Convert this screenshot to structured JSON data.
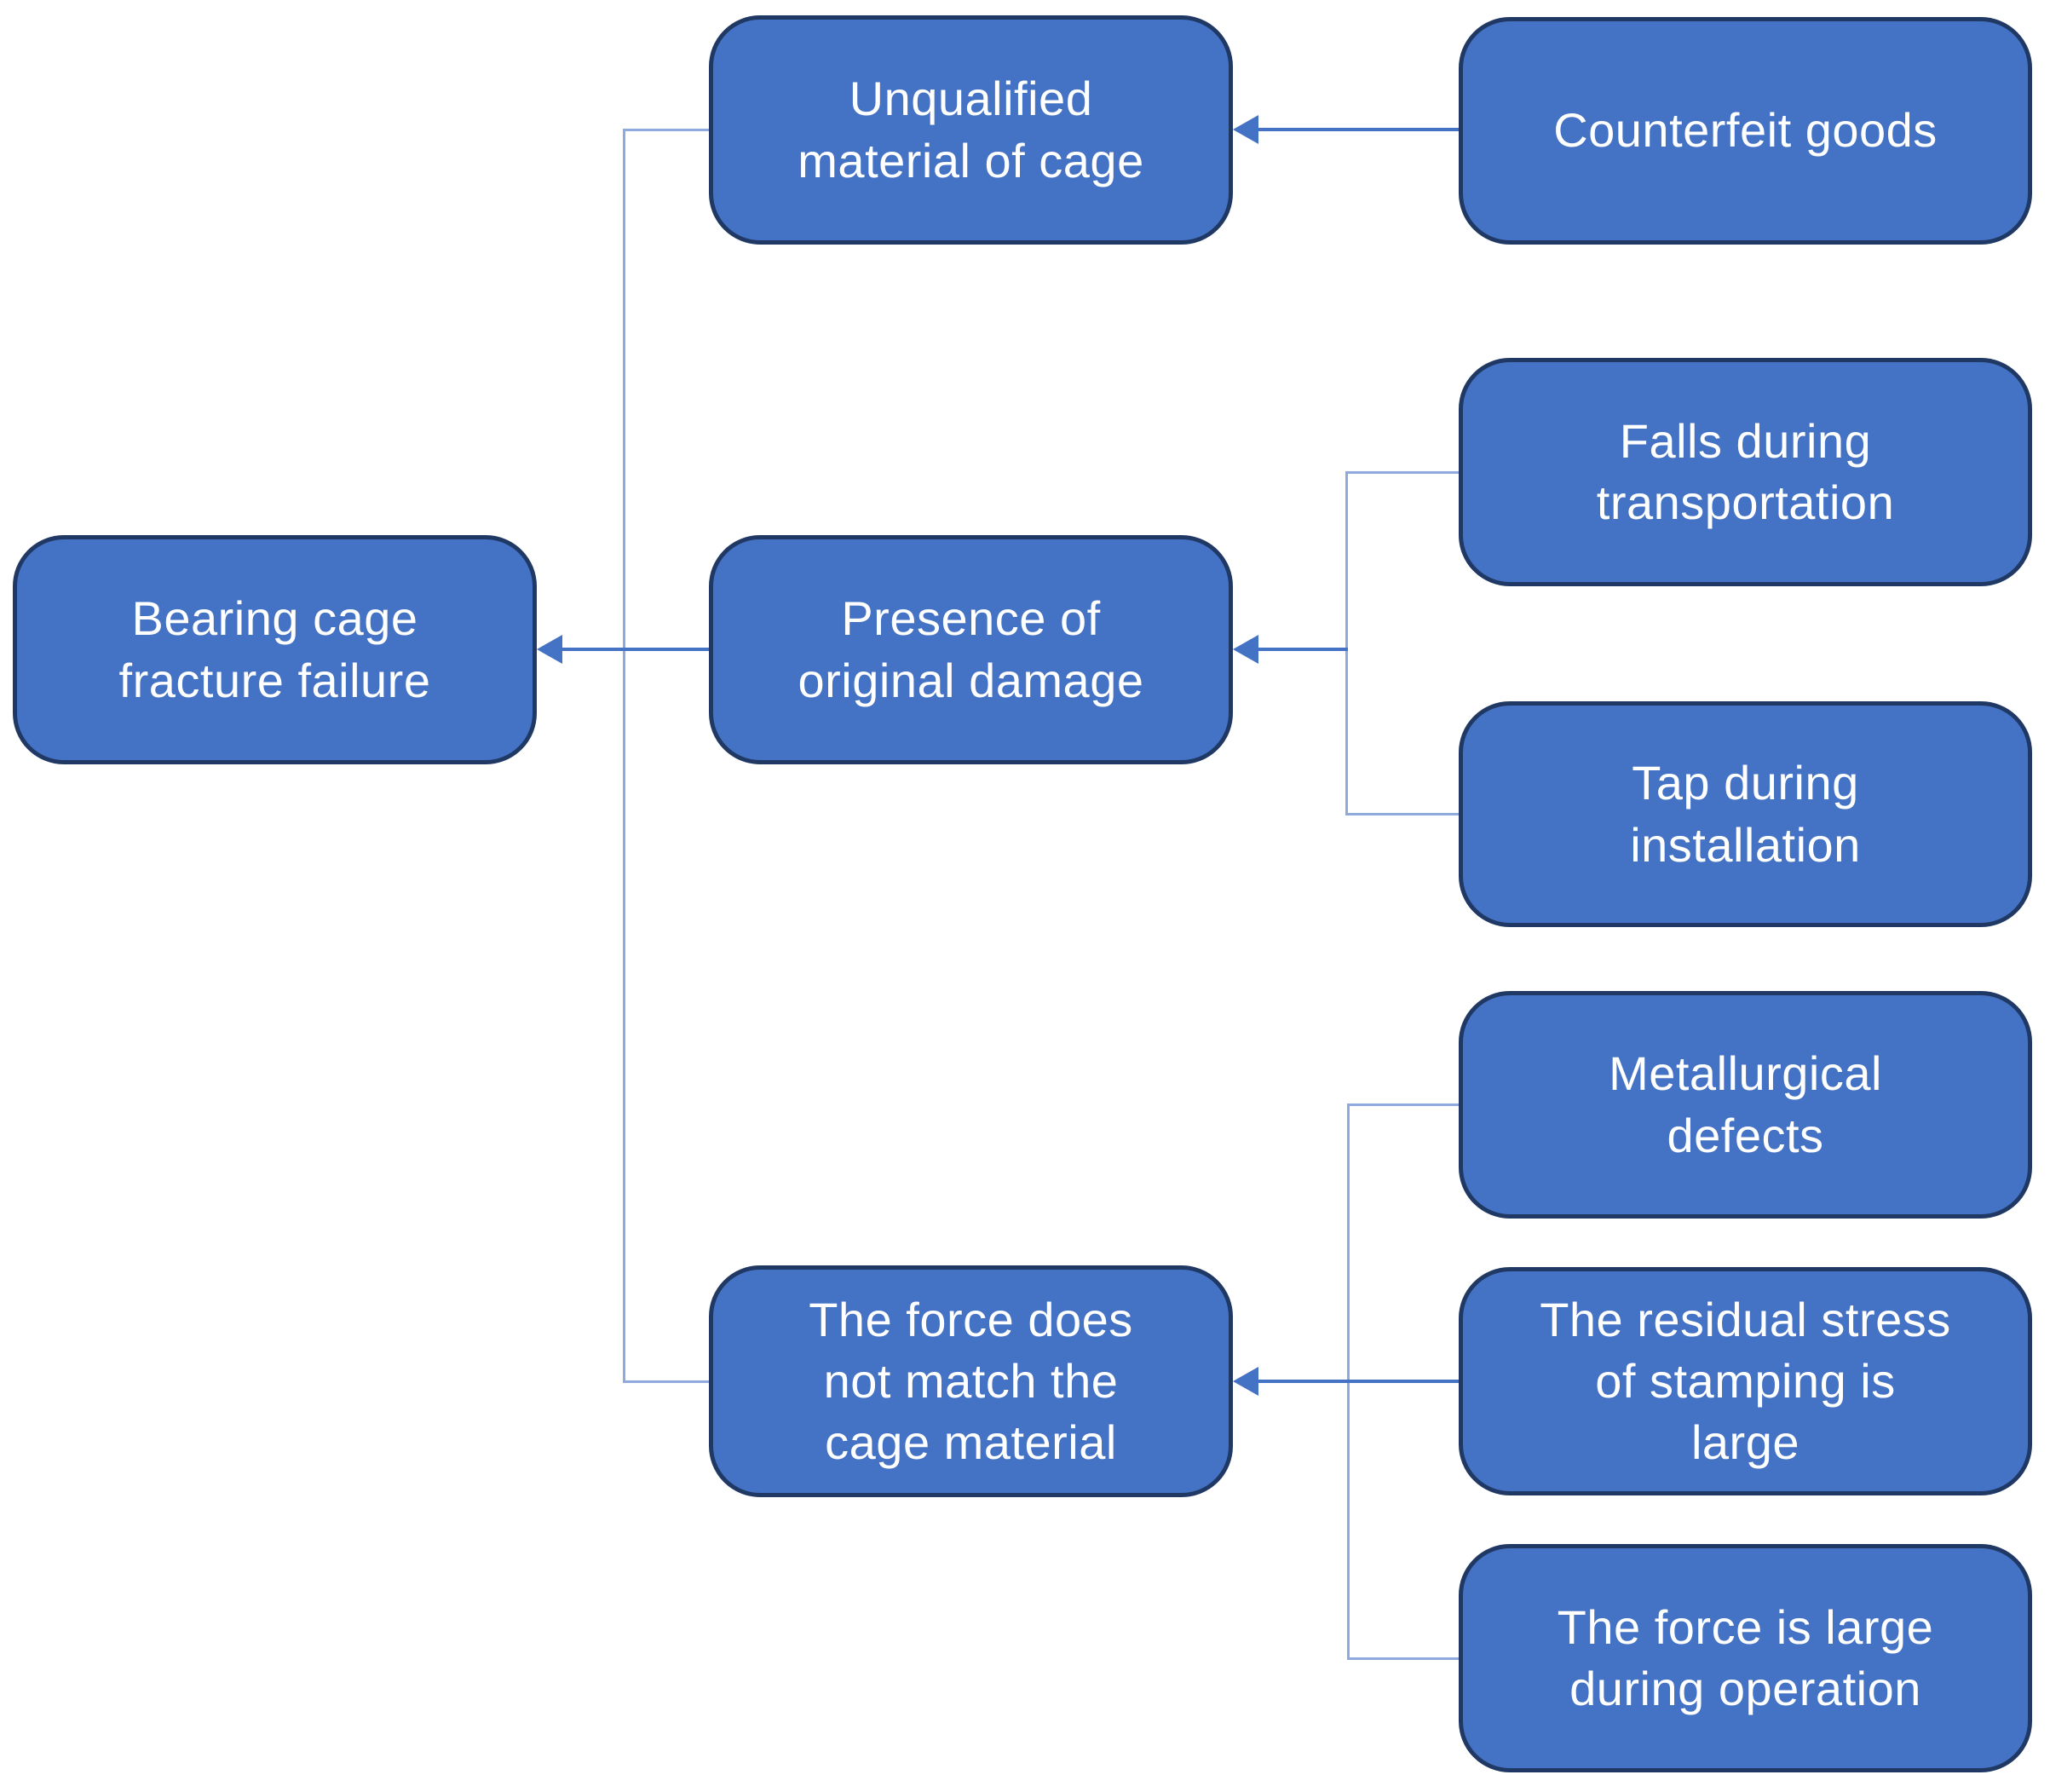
{
  "diagram_type": "fault-tree-cause-diagram",
  "colors": {
    "node_fill": "#4472C4",
    "node_border": "#203864",
    "node_text": "#FFFFFF",
    "connector": "#8FAADC",
    "arrow": "#4472C4",
    "background": "#FFFFFF"
  },
  "nodes": [
    {
      "id": "bearing-cage-fracture-failure",
      "label": "Bearing cage\nfracture failure"
    },
    {
      "id": "unqualified-material-of-cage",
      "label": "Unqualified\nmaterial of cage"
    },
    {
      "id": "presence-of-original-damage",
      "label": "Presence of\noriginal damage"
    },
    {
      "id": "force-does-not-match-cage-material",
      "label": "The force does\nnot match the\ncage material"
    },
    {
      "id": "counterfeit-goods",
      "label": "Counterfeit goods"
    },
    {
      "id": "falls-during-transportation",
      "label": "Falls during\ntransportation"
    },
    {
      "id": "tap-during-installation",
      "label": "Tap during\ninstallation"
    },
    {
      "id": "metallurgical-defects",
      "label": "Metallurgical\ndefects"
    },
    {
      "id": "residual-stress-of-stamping-large",
      "label": "The residual stress\nof stamping is\nlarge"
    },
    {
      "id": "force-is-large-during-operation",
      "label": "The force is large\nduring operation"
    }
  ],
  "edges": [
    {
      "from": "counterfeit-goods",
      "to": "unqualified-material-of-cage"
    },
    {
      "from": "falls-during-transportation",
      "to": "presence-of-original-damage"
    },
    {
      "from": "tap-during-installation",
      "to": "presence-of-original-damage"
    },
    {
      "from": "metallurgical-defects",
      "to": "force-does-not-match-cage-material"
    },
    {
      "from": "residual-stress-of-stamping-large",
      "to": "force-does-not-match-cage-material"
    },
    {
      "from": "force-is-large-during-operation",
      "to": "force-does-not-match-cage-material"
    },
    {
      "from": "unqualified-material-of-cage",
      "to": "bearing-cage-fracture-failure"
    },
    {
      "from": "presence-of-original-damage",
      "to": "bearing-cage-fracture-failure"
    },
    {
      "from": "force-does-not-match-cage-material",
      "to": "bearing-cage-fracture-failure"
    }
  ]
}
